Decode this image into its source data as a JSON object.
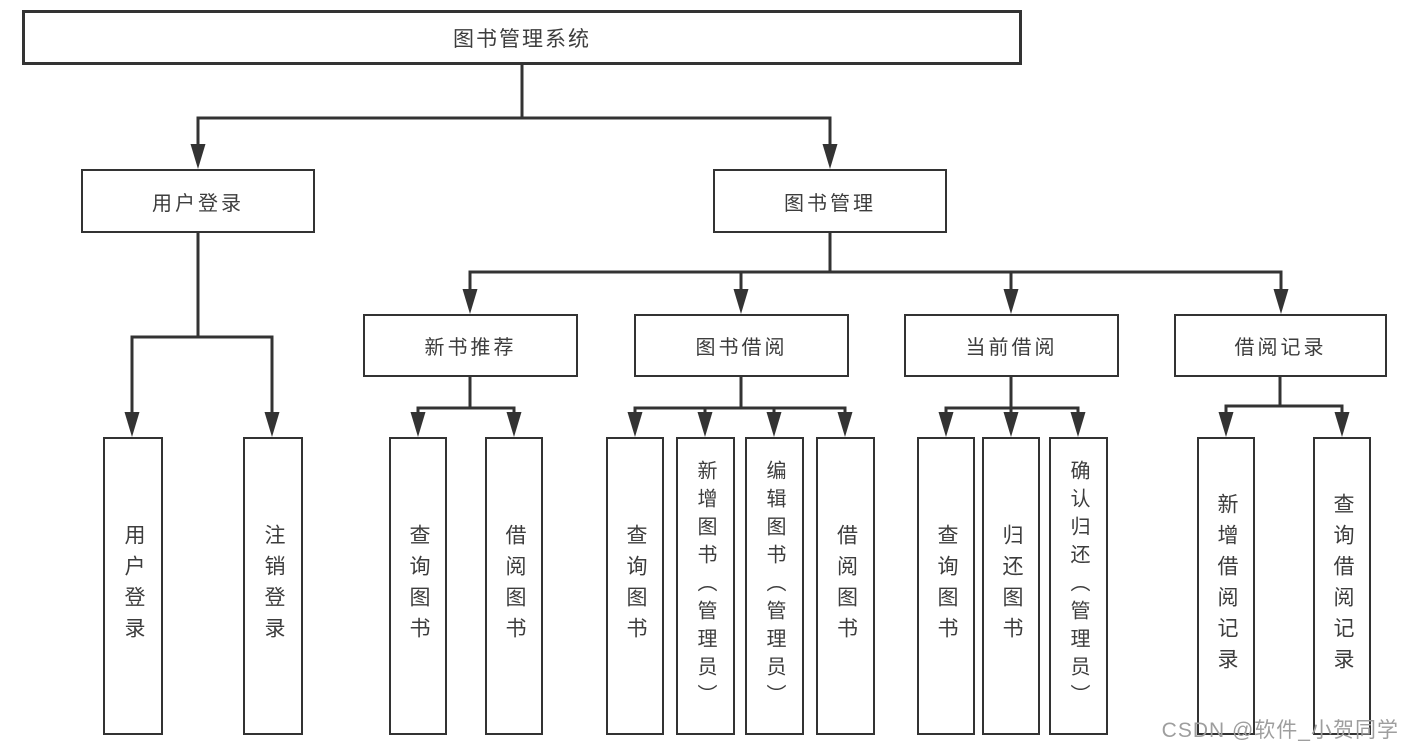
{
  "colors": {
    "line": "#333333",
    "box_border": "#333333",
    "text": "#3d3d3d",
    "watermark_text": "#9e9e9e",
    "background": "#ffffff"
  },
  "tree": {
    "root": {
      "label": "图书管理系统"
    },
    "children": [
      {
        "label": "用户登录",
        "children": [
          {
            "label": "用户登录"
          },
          {
            "label": "注销登录"
          }
        ]
      },
      {
        "label": "图书管理",
        "children": [
          {
            "label": "新书推荐",
            "children": [
              {
                "label": "查询图书"
              },
              {
                "label": "借阅图书"
              }
            ]
          },
          {
            "label": "图书借阅",
            "children": [
              {
                "label": "查询图书"
              },
              {
                "label": "新增图书（管理员）"
              },
              {
                "label": "编辑图书（管理员）"
              },
              {
                "label": "借阅图书"
              }
            ]
          },
          {
            "label": "当前借阅",
            "children": [
              {
                "label": "查询图书"
              },
              {
                "label": "归还图书"
              },
              {
                "label": "确认归还（管理员）"
              }
            ]
          },
          {
            "label": "借阅记录",
            "children": [
              {
                "label": "新增借阅记录"
              },
              {
                "label": "查询借阅记录"
              }
            ]
          }
        ]
      }
    ]
  },
  "watermark": {
    "text": "CSDN @软件_小贺同学"
  }
}
